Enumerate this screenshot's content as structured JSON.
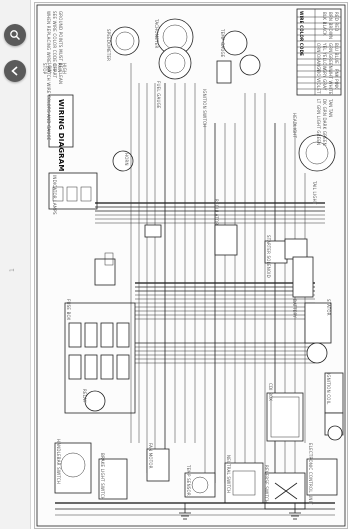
{
  "viewer": {
    "page_label": "1",
    "buttons": {
      "zoom": "zoom",
      "back": "back"
    }
  },
  "diagram": {
    "header_notes": [
      "WHEN REPLACING WIRE, MATCH WIRE COLORS AND GAUGE",
      "SEE WIRE COLOR CODE CHART",
      "GROUND POINTS MUST BE CLEAN"
    ],
    "title_block": "WIRING DIAGRAM",
    "title_notes": [
      "STOP",
      "LOW",
      "OFF",
      "RUN",
      "HIGH"
    ],
    "indicator_label": "INDICATOR LAMPS",
    "color_code_title": "WIRE COLOR CODE",
    "color_codes": [
      "BLK  BLACK",
      "BRN  BROWN",
      "RED  RED",
      "ORN  ORANGE",
      "YEL  YELLOW",
      "GRN  GREEN",
      "BLU  BLUE",
      "VIO  VIOLET",
      "GRY  GRAY",
      "WHT  WHITE",
      "PNK  PINK",
      "LT GRN  LIGHT GREEN",
      "DK GRN  DARK GREEN",
      "TAN  TAN"
    ],
    "component_labels": [
      "SPEEDOMETER",
      "TACHOMETER",
      "FUEL GAUGE",
      "TEMP GAUGE",
      "IGNITION SWITCH",
      "HEADLIGHT",
      "TAIL LIGHT",
      "REGULATOR",
      "STARTER SOLENOID",
      "BATTERY",
      "STATOR",
      "CDI BOX",
      "FUSE BOX",
      "RELAY",
      "HANDLEBAR SWITCH",
      "BRAKE LIGHT SWITCH",
      "FAN MOTOR",
      "TEMP SENSOR",
      "NEUTRAL SWITCH",
      "REVERSE SWITCH",
      "ELECTRONIC CONTROL UNIT",
      "HORN",
      "IGNITION COIL"
    ]
  }
}
